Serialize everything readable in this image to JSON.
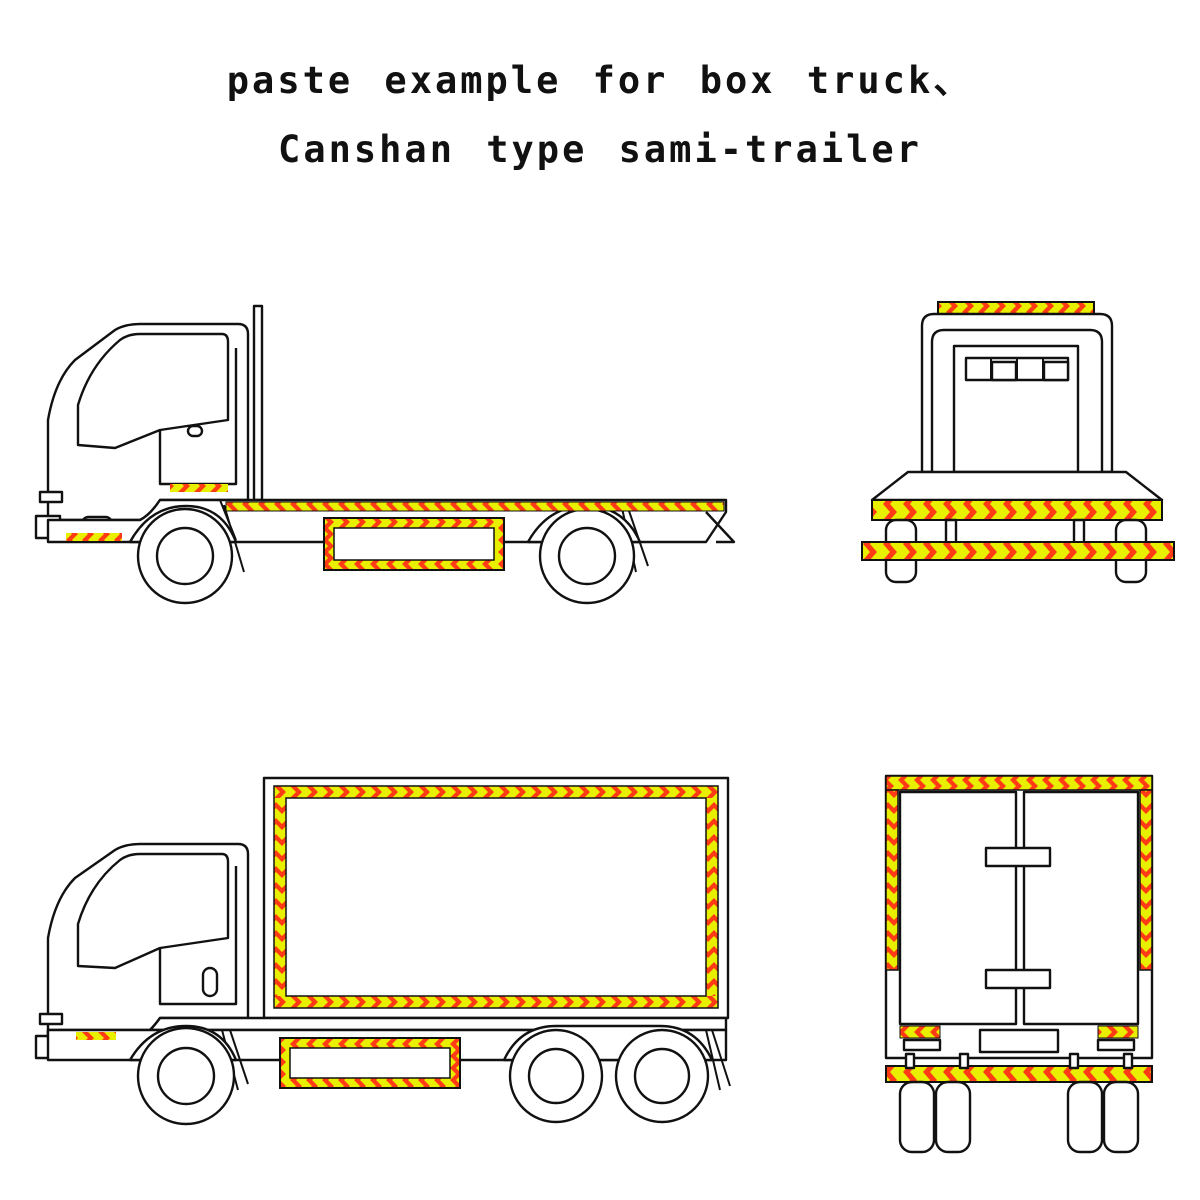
{
  "heading": {
    "line1": "paste example for box truck、",
    "line2": "Canshan type sami-trailer"
  },
  "colors": {
    "tape_yellow": "#e8f000",
    "tape_red": "#ff3b16",
    "outline": "#111111"
  },
  "figures": [
    "flatbed-truck-side-view",
    "flatbed-truck-rear-view",
    "box-truck-side-view",
    "box-truck-rear-view"
  ]
}
